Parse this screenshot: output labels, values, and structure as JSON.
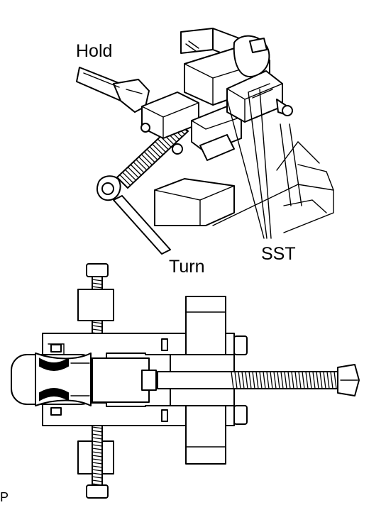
{
  "labels": {
    "hold": "Hold",
    "turn": "Turn",
    "sst": "SST",
    "corner": "P"
  },
  "colors": {
    "ink": "#000000",
    "paper": "#ffffff"
  }
}
